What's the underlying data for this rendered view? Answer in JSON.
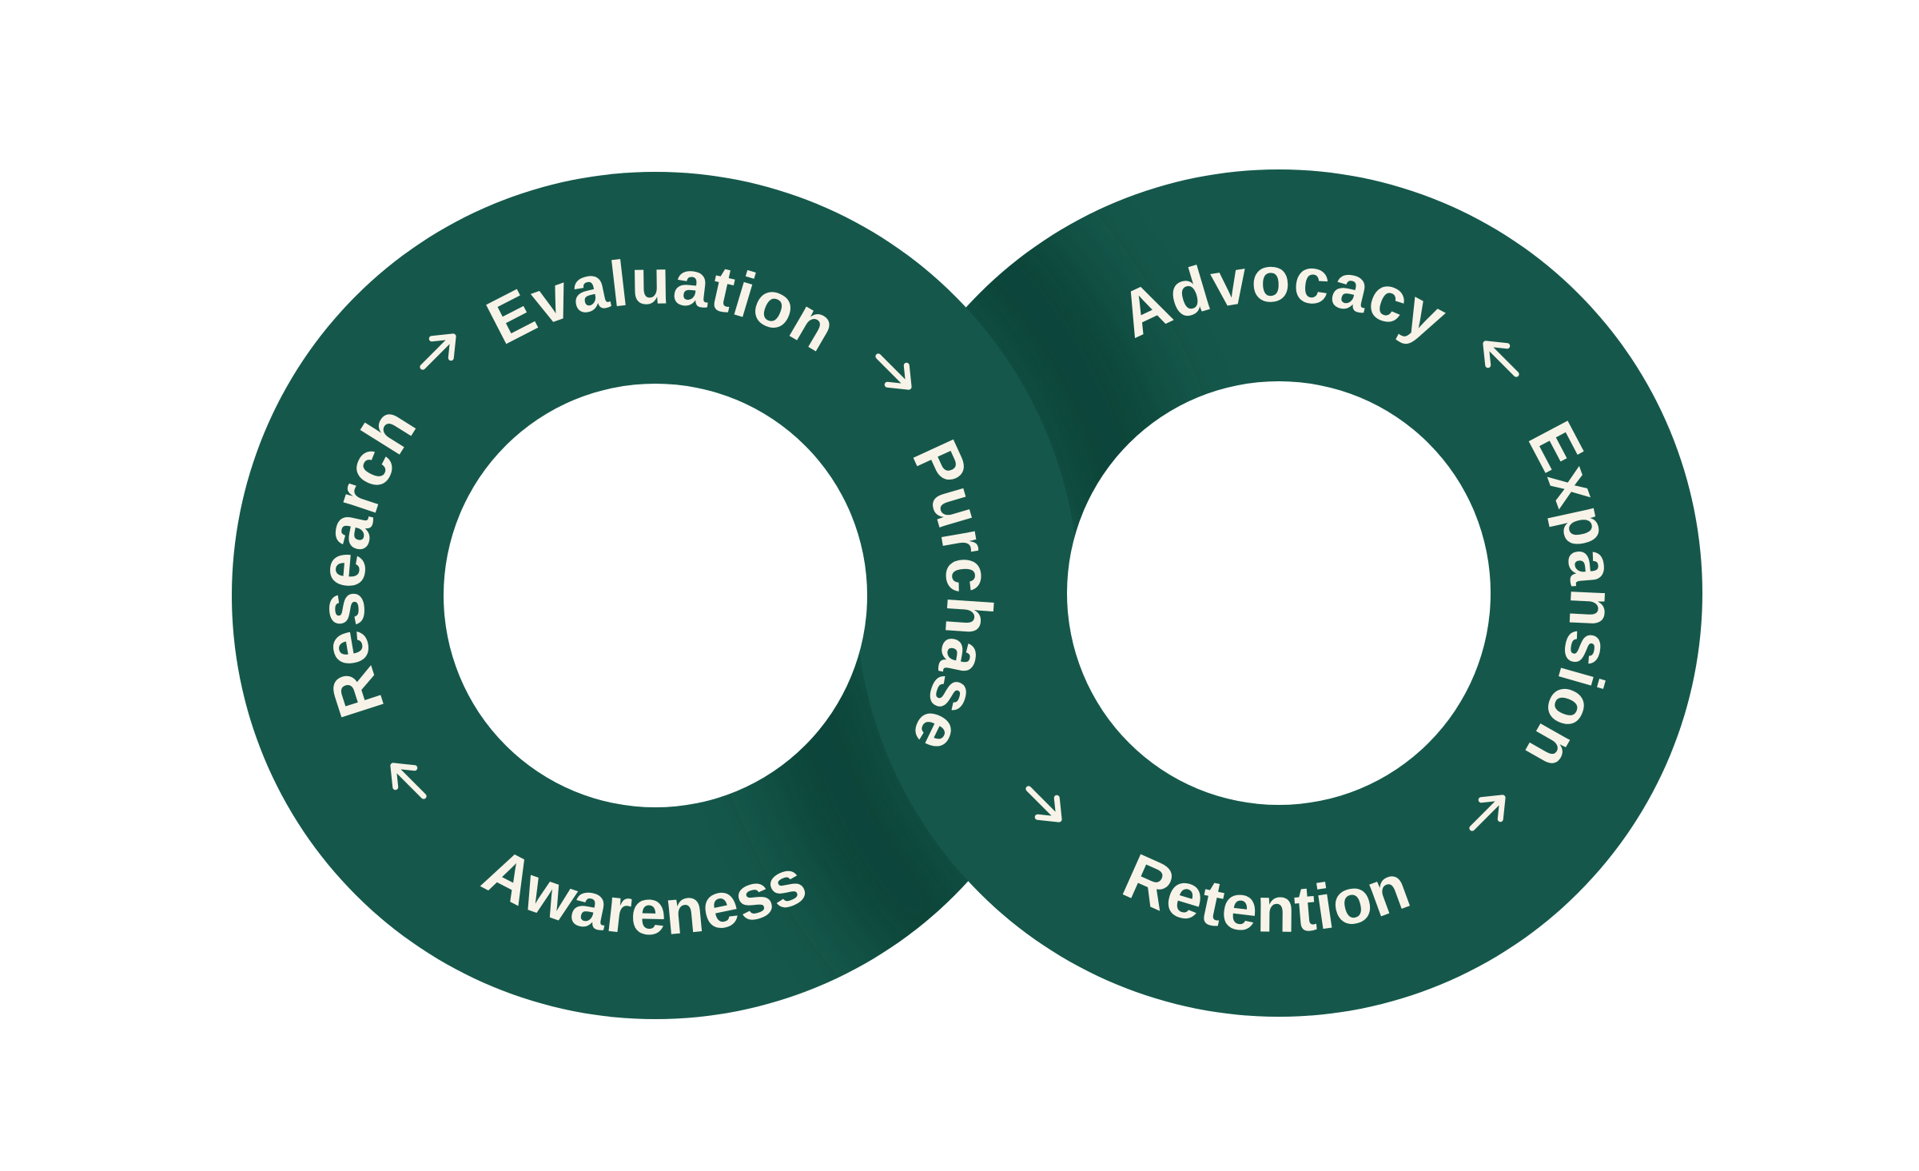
{
  "colors": {
    "ring": "#15584b",
    "label": "#f8f3e8",
    "background": "#ffffff",
    "shadow": "#032921"
  },
  "diagram": {
    "type": "infinity-loop-customer-lifecycle",
    "left_loop": {
      "stages": {
        "top": "Evaluation",
        "left": "Research",
        "right": "Purchase",
        "bottom": "Awareness"
      },
      "arrows": [
        "arrow-up-right-icon",
        "arrow-down-right-icon",
        "arrow-up-left-icon"
      ]
    },
    "right_loop": {
      "stages": {
        "top": "Advocacy",
        "right": "Expansion",
        "bottom": "Retention"
      },
      "arrows": [
        "arrow-down-right-icon",
        "arrow-up-right-icon",
        "arrow-up-left-icon"
      ]
    }
  }
}
